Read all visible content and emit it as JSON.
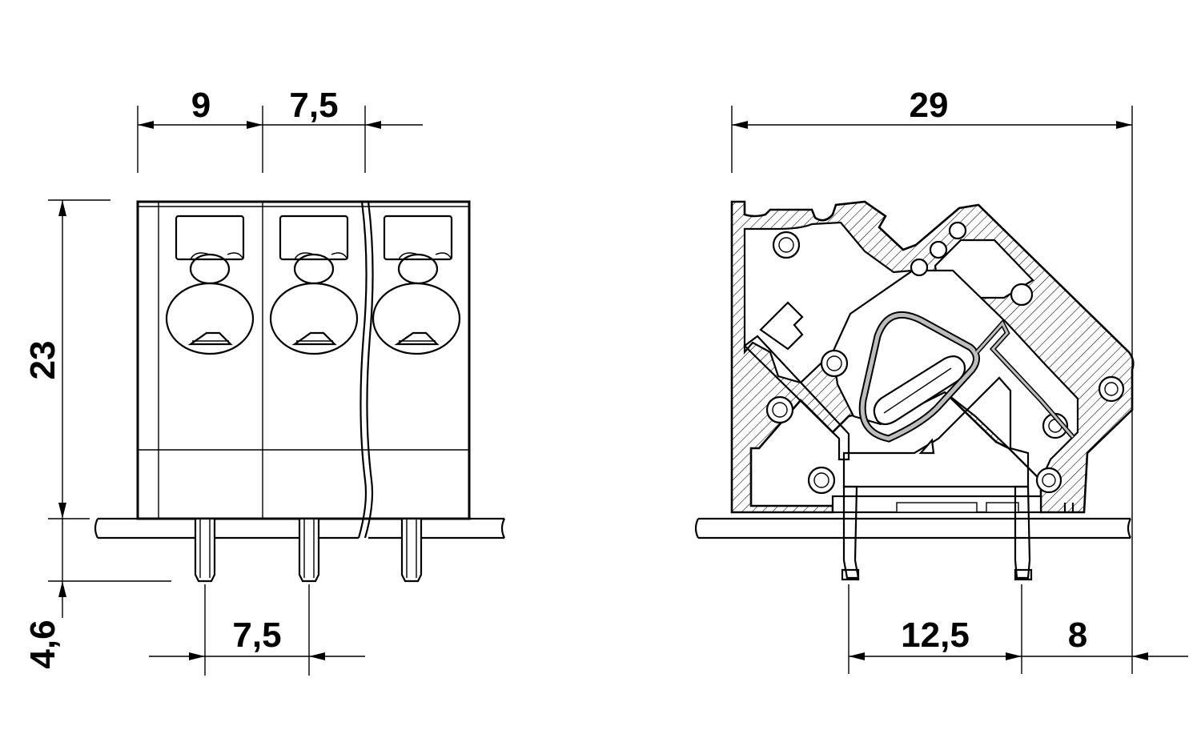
{
  "colors": {
    "line": "#000000",
    "background": "#ffffff",
    "contact_gray": "#d4d4d4",
    "spring_gray": "#bdbdbd"
  },
  "front_view": {
    "dim_top_first": "9",
    "dim_top_second": "7,5",
    "dim_height": "23",
    "dim_pin_length": "4,6",
    "dim_pitch_bottom": "7,5"
  },
  "side_view": {
    "dim_depth": "29",
    "dim_pin_spacing": "12,5",
    "dim_offset": "8"
  }
}
